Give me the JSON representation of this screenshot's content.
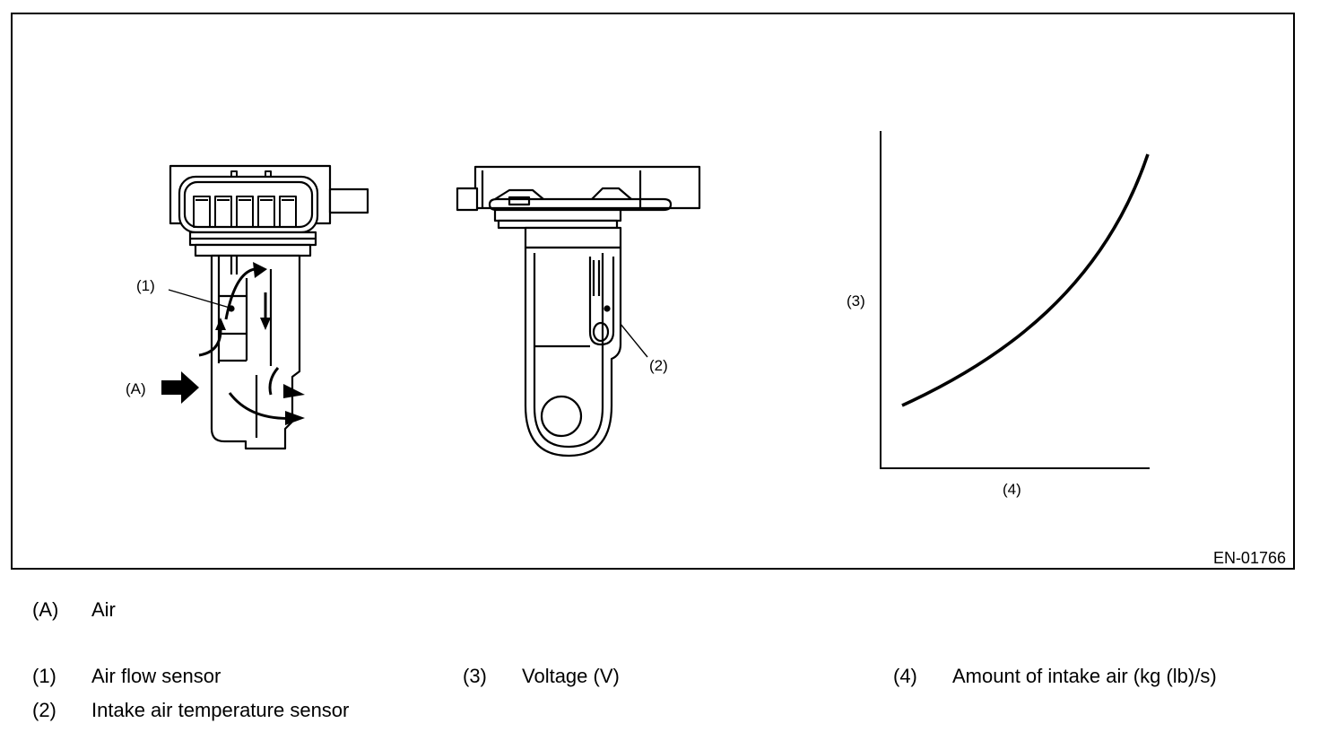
{
  "figure": {
    "code": "EN-01766",
    "callouts": {
      "c1": "(1)",
      "c2": "(2)",
      "cA": "(A)",
      "c3": "(3)",
      "c4": "(4)"
    }
  },
  "legend": [
    {
      "key": "(A)",
      "text": "Air"
    },
    {
      "key": "(1)",
      "text": "Air flow sensor"
    },
    {
      "key": "(2)",
      "text": "Intake air temperature sensor"
    },
    {
      "key": "(3)",
      "text": "Voltage (V)"
    },
    {
      "key": "(4)",
      "text": "Amount of intake air (kg (lb)/s)"
    }
  ]
}
